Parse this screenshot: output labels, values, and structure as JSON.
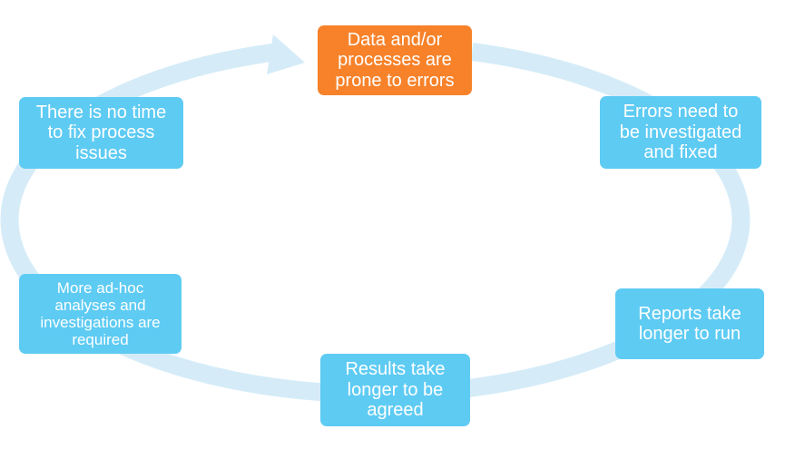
{
  "diagram": {
    "accent_color": "#f7822a",
    "node_color": "#5ecbf3",
    "ring_color": "#d5ecf8",
    "nodes": {
      "top": "Data and/or\nprocesses are\nprone to errors",
      "right": "Errors need to\nbe investigated\nand fixed",
      "right_lower": "Reports take\nlonger to run",
      "bottom": "Results take\nlonger to be\nagreed",
      "left_lower": "More ad-hoc\nanalyses and\ninvestigations are\nrequired",
      "left": "There is no time\nto fix process\nissues"
    }
  }
}
